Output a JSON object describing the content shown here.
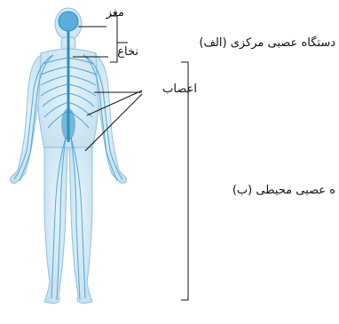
{
  "labels": {
    "brain": "مغز",
    "spinal_cord": "نخاع",
    "cns": "دستگاه عصبی مرکزی (الف)",
    "nerves": "اعصاب",
    "pns": "ه عصبی محیطی (ب)"
  },
  "colors": {
    "body_fill": "#cfe6f3",
    "body_outline": "#7fb7d6",
    "nerve": "#2a8fc4",
    "nerve_light": "#5aaedb",
    "line": "#111111"
  }
}
